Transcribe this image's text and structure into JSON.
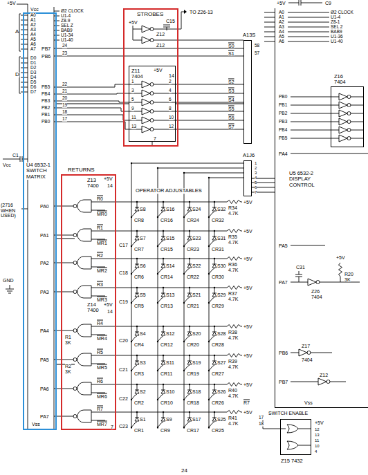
{
  "diagram": {
    "nodes": [
      {
        "text": [
          "U4 6532-1 SWITCH MATRIX"
        ]
      },
      {
        "text": [
          "STROBES"
        ]
      },
      {
        "text": [
          "Z11 7404"
        ],
        "in": 1
      },
      {
        "text": [
          "RETURNS"
        ]
      },
      {
        "text": [
          "Z13 7400"
        ],
        "in": 3
      },
      {
        "text": [
          "Z14 7400"
        ],
        "in": 3
      },
      {
        "text": [
          "A13S"
        ]
      },
      {
        "text": [
          "A1J6"
        ]
      },
      {
        "text": [
          "U5 6532-2 DISPLAY CONTROL"
        ]
      },
      {
        "text": [
          "Z16 7404"
        ]
      },
      {
        "text": [
          "Z15 7432"
        ]
      }
    ],
    "edges": [
      {
        "from": 0,
        "to": 2,
        "arrow": "none"
      },
      {
        "from": 2,
        "to": 6,
        "arrow": "none"
      },
      {
        "from": 4,
        "to": 0,
        "arrow": "none"
      },
      {
        "from": 5,
        "to": 0,
        "arrow": "none"
      },
      {
        "from": 7,
        "to": 8,
        "arrow": "none"
      }
    ],
    "labels": [
      "+5V",
      "Vcc",
      "A",
      "A0",
      "A1",
      "A2",
      "A3",
      "A4",
      "A5",
      "A6",
      "A7",
      "D",
      "D0",
      "D1",
      "D2",
      "D3",
      "D4",
      "D5",
      "D6",
      "D7",
      "Ø2 CLOCK",
      "U1-4",
      "Z8-9",
      "SEL Z",
      "BAB9",
      "U1-34",
      "U1-40",
      "PB7",
      "24",
      "PB6",
      "23",
      "PB5",
      "PB4",
      "PB3",
      "PB2",
      "PB1",
      "PB0",
      "22",
      "21",
      "20",
      "19",
      "18",
      "17",
      "PA0",
      "PA1",
      "PA2",
      "PA3",
      "PA4",
      "PA5",
      "PA6",
      "PA7",
      "Vss",
      "C1",
      "Vcc",
      "(2716 WHEN USED)",
      "GND",
      "TO Z26-13",
      "+5V",
      "C15",
      "Z12",
      "Z12",
      "+5V",
      "14",
      "7",
      "1",
      "3",
      "5",
      "9",
      "11",
      "13",
      "2",
      "4",
      "6",
      "8",
      "10",
      "12",
      "58",
      "57",
      "S0",
      "S1",
      "S2",
      "S3",
      "S4",
      "S5",
      "S6",
      "S7",
      "1",
      "2",
      "3",
      "4",
      "5",
      "6",
      "7",
      "OPERATOR ADJUSTABLES",
      "+5V",
      "14",
      "C17",
      "C18",
      "C19",
      "C20",
      "C21",
      "C22",
      "C23",
      "+5V",
      "14",
      "R1",
      "3K",
      "R2",
      "3K",
      "7",
      "R7",
      "17",
      "18",
      "SWITCH ENABLE",
      "+5V",
      "12",
      "13",
      "11",
      "10",
      "4",
      "24",
      "+5V",
      "C9",
      "A0",
      "A1",
      "A2",
      "A3",
      "A4",
      "A5",
      "A6",
      "Ø2 CLOCK",
      "U1-4",
      "Z8-1",
      "SEL 2",
      "BAB9",
      "U1-36",
      "U1-40",
      "PB0",
      "PB1",
      "PB2",
      "PB3",
      "PB4",
      "PB5",
      "PA4",
      "PA5",
      "PA7",
      "C31",
      "R20",
      "3K",
      "Z26",
      "7404",
      "+5V",
      "PB6",
      "Z17",
      "7404",
      "PB7",
      "Z12",
      "Vss",
      "S8",
      "CR8",
      "S16",
      "CR16",
      "S24",
      "CR24",
      "S32",
      "CR32",
      "R34",
      "4.7K",
      "+5V",
      "S7",
      "CR7",
      "S15",
      "CR15",
      "S23",
      "CR23",
      "S31",
      "CR31",
      "R35",
      "4.7K",
      "+5V",
      "S6",
      "CR6",
      "S14",
      "CR14",
      "S22",
      "CR22",
      "S30",
      "CR30",
      "R36",
      "4.7K",
      "+5V",
      "S5",
      "CR5",
      "S13",
      "CR13",
      "S21",
      "CR21",
      "S29",
      "CR29",
      "R37",
      "4.7K",
      "+5V",
      "S4",
      "CR4",
      "S12",
      "CR12",
      "S20",
      "CR20",
      "S28",
      "CR28",
      "R38",
      "4.7K",
      "+5V",
      "S3",
      "CR3",
      "S11",
      "CR11",
      "S19",
      "CR19",
      "S27",
      "CR27",
      "R39",
      "4.7K",
      "+5V",
      "S2",
      "CR2",
      "S10",
      "CR10",
      "S18",
      "CR18",
      "S26",
      "CR26",
      "R40",
      "4.7K",
      "+5V",
      "S1",
      "CR1",
      "S9",
      "CR9",
      "S17",
      "CR17",
      "S25",
      "CR25",
      "R41",
      "4.7K",
      "+5V",
      "R0",
      "MR0",
      "R1",
      "MR1",
      "R2",
      "MR2",
      "R3",
      "MR3",
      "R4",
      "MR4",
      "R5",
      "MR5",
      "R6",
      "MR6",
      "R7",
      "MR7"
    ]
  }
}
